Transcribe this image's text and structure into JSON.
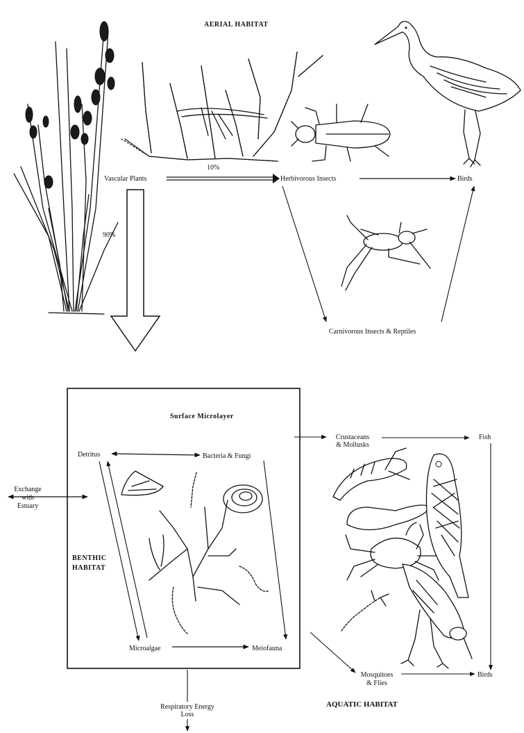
{
  "labels": {
    "aerial_habitat": "AERIAL HABITAT",
    "vascular_plants": "Vascular Plants",
    "herbivorous_insects": "Herbivorous Insects",
    "birds_top": "Birds",
    "ten_percent": "10%",
    "ninety_percent": "90%",
    "carnivorous": "Carnivorous Insects & Reptiles",
    "surface_microlayer": "Surface Microlayer",
    "detritus": "Detritus",
    "bacteria_fungi": "Bacteria & Fungi",
    "exchange_1": "Exchange",
    "exchange_2": "with",
    "exchange_3": "Estuary",
    "benthic_1": "BENTHIC",
    "benthic_2": "HABITAT",
    "microalgae": "Microalgae",
    "meiofauna": "Meiofauna",
    "crustaceans_1": "Crustaceans",
    "crustaceans_2": "& Mollusks",
    "fish": "Fish",
    "mosquitoes_1": "Mosquitoes",
    "mosquitoes_2": "& Flies",
    "birds_bottom": "Birds",
    "respiratory_1": "Respiratory Energy",
    "respiratory_2": "Loss",
    "aquatic_habitat": "AQUATIC HABITAT"
  }
}
